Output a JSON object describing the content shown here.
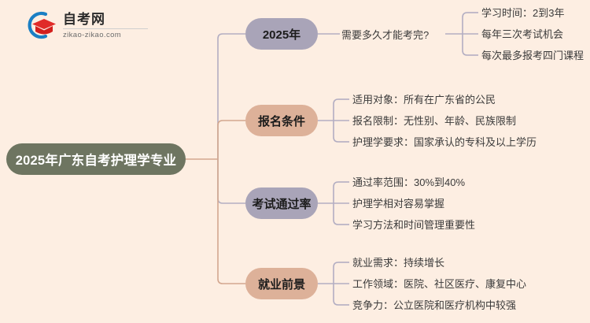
{
  "logo": {
    "name": "自考网",
    "domain": "zikao-zikao.com",
    "mark_icon": "graduation-cap-icon",
    "ring_color": "#1b7fc4",
    "cap_color": "#e02b28"
  },
  "colors": {
    "background": "#fdeee2",
    "root_node": "#6e7561",
    "branch_purple": "#a9a4b8",
    "branch_tan": "#ddb199",
    "connector_purple": "#b3aec2",
    "connector_tan": "#d3a78f",
    "text_dark": "#3a3a3a",
    "root_text": "#ffffff"
  },
  "mindmap": {
    "root": "2025年广东自考护理学专业",
    "branches": [
      {
        "label": "2025年",
        "color": "#a9a4b8",
        "mid_label": "需要多久才能考完?",
        "leaves": [
          "学习时间：2到3年",
          "每年三次考试机会",
          "每次最多报考四门课程"
        ]
      },
      {
        "label": "报名条件",
        "color": "#ddb199",
        "mid_label": "",
        "leaves": [
          "适用对象：所有在广东省的公民",
          "报名限制：无性别、年龄、民族限制",
          "护理学要求：国家承认的专科及以上学历"
        ]
      },
      {
        "label": "考试通过率",
        "color": "#a9a4b8",
        "mid_label": "",
        "leaves": [
          "通过率范围：30%到40%",
          "护理学相对容易掌握",
          "学习方法和时间管理重要性"
        ]
      },
      {
        "label": "就业前景",
        "color": "#ddb199",
        "mid_label": "",
        "leaves": [
          "就业需求：持续增长",
          "工作领域：医院、社区医疗、康复中心",
          "竞争力：公立医院和医疗机构中较强"
        ]
      }
    ]
  }
}
